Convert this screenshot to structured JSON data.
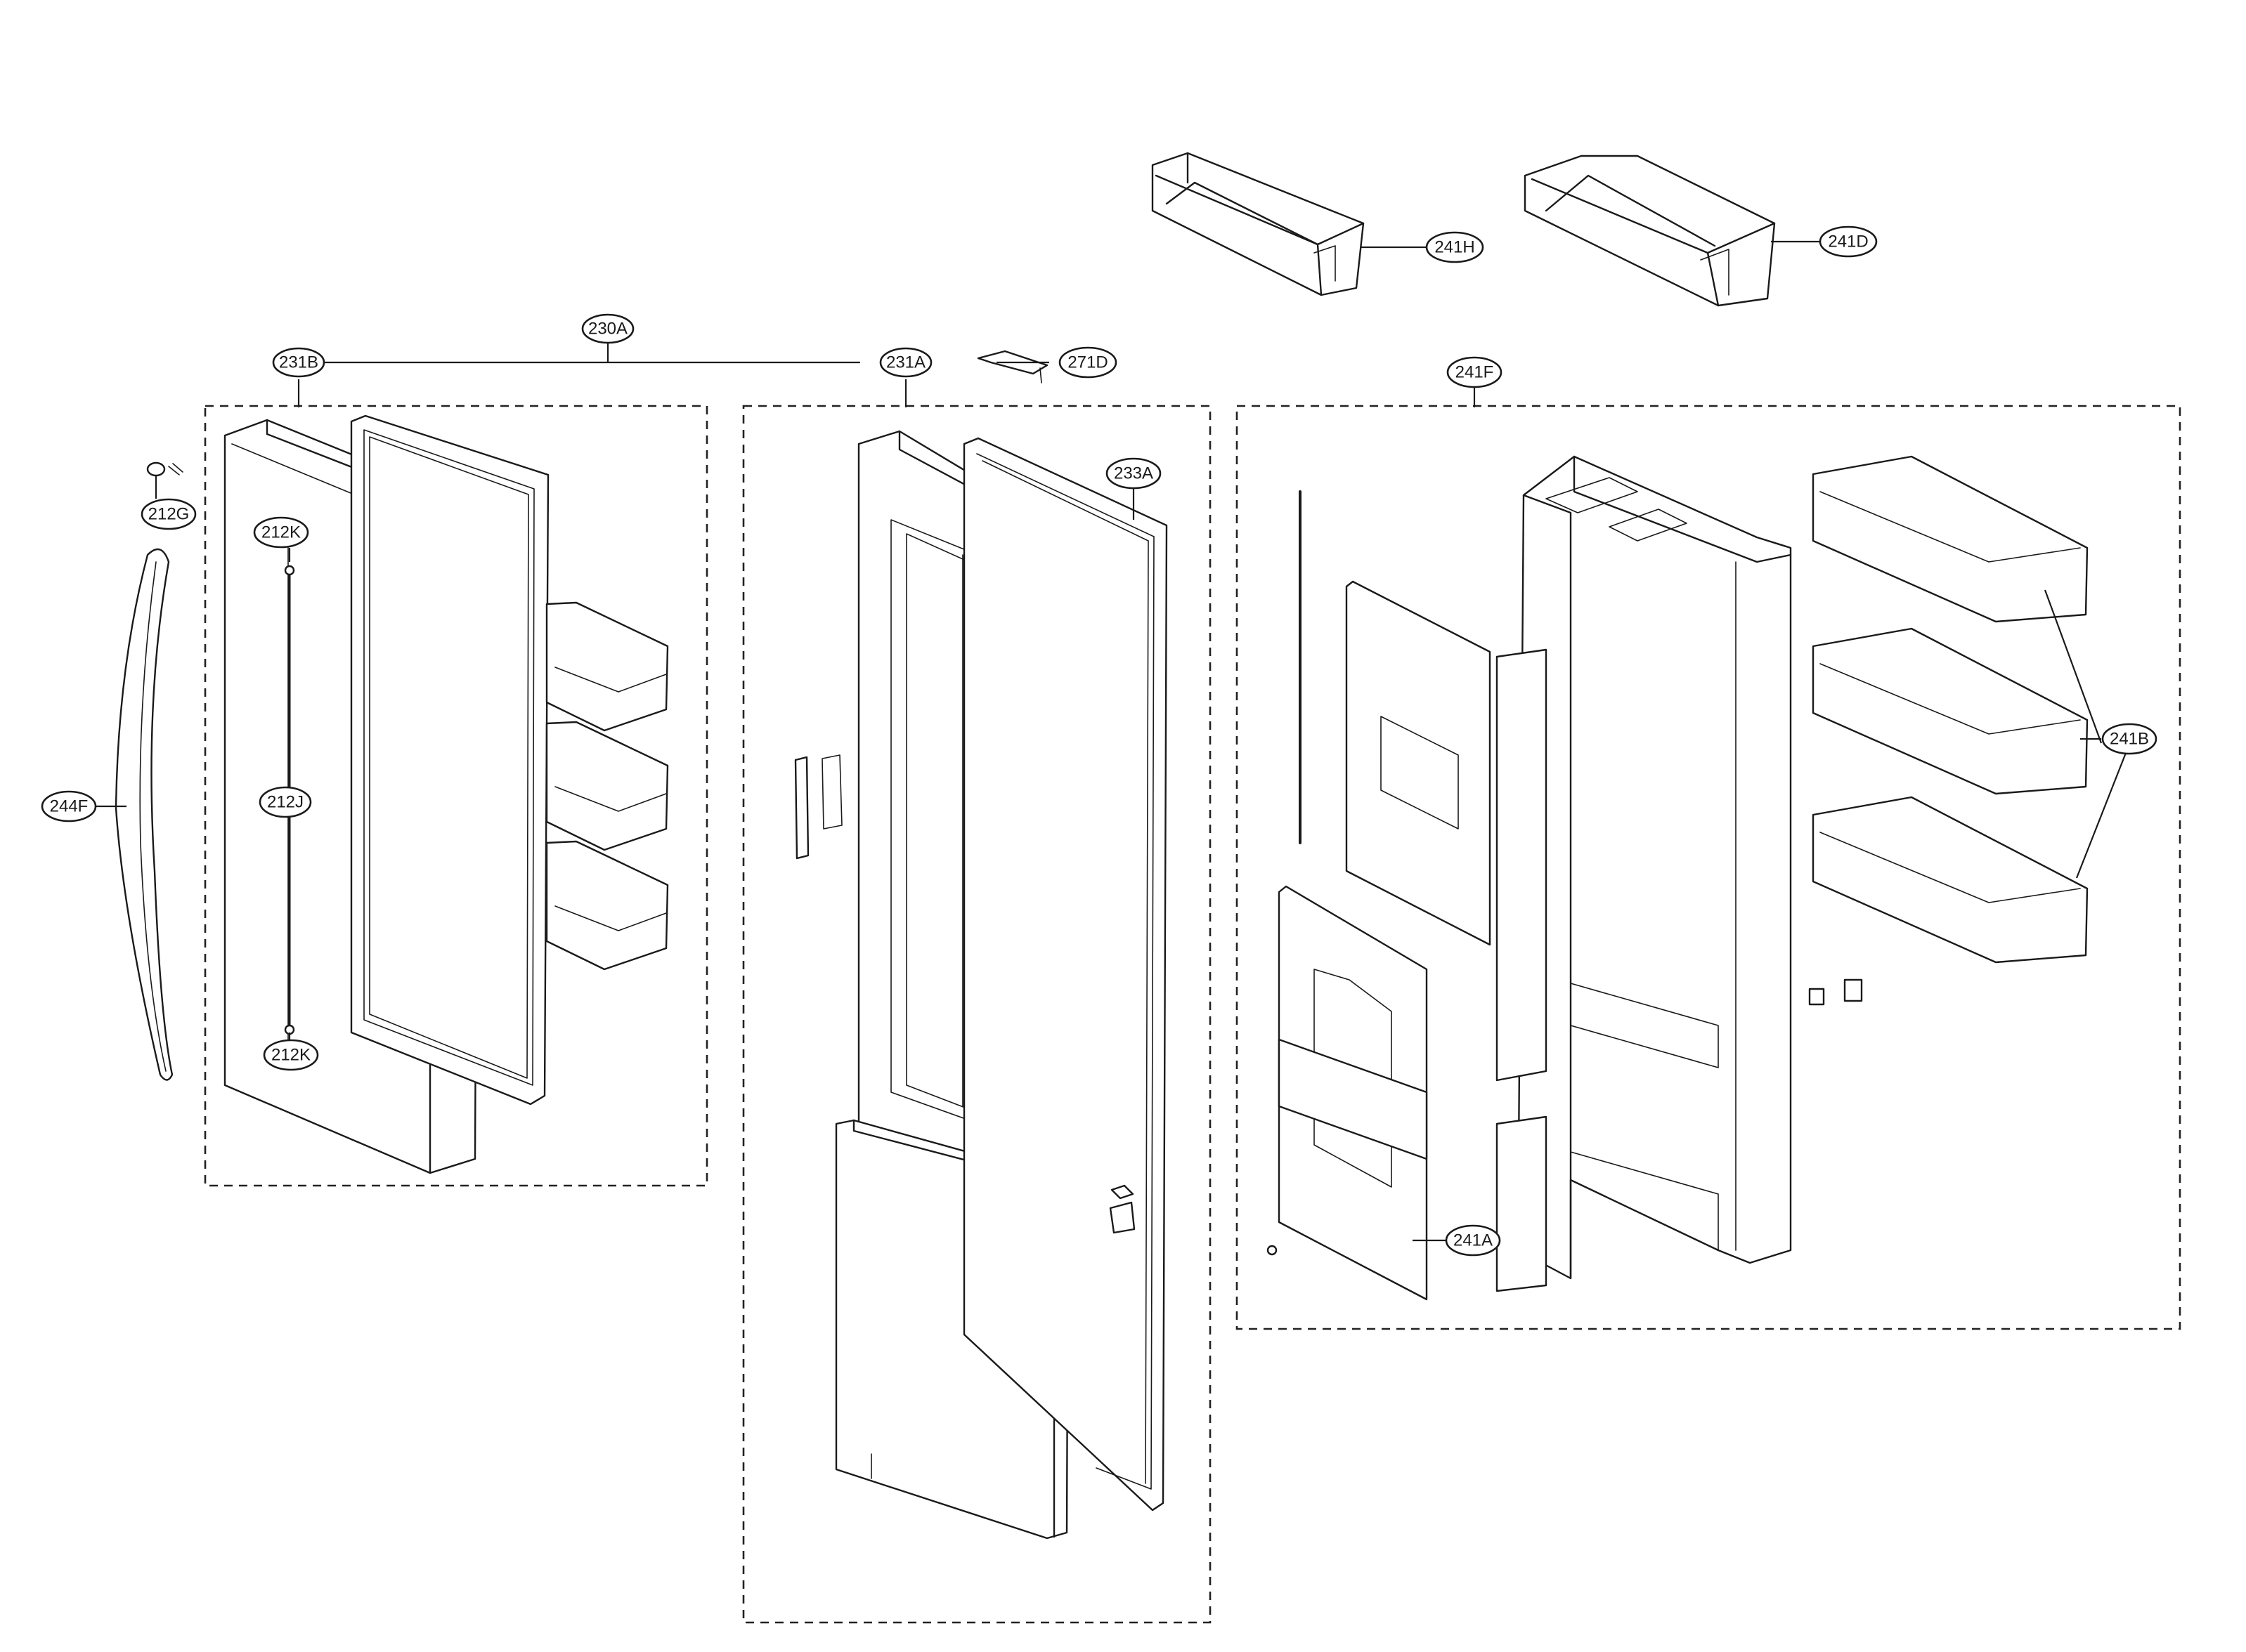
{
  "callouts": {
    "c230A": "230A",
    "c231B": "231B",
    "c231A": "231A",
    "c271D": "271D",
    "c241H": "241H",
    "c241D": "241D",
    "c241F": "241F",
    "c233A": "233A",
    "c212G": "212G",
    "c212K_top": "212K",
    "c212J": "212J",
    "c212K_bottom": "212K",
    "c244F": "244F",
    "c241B": "241B",
    "c241A": "241A"
  }
}
